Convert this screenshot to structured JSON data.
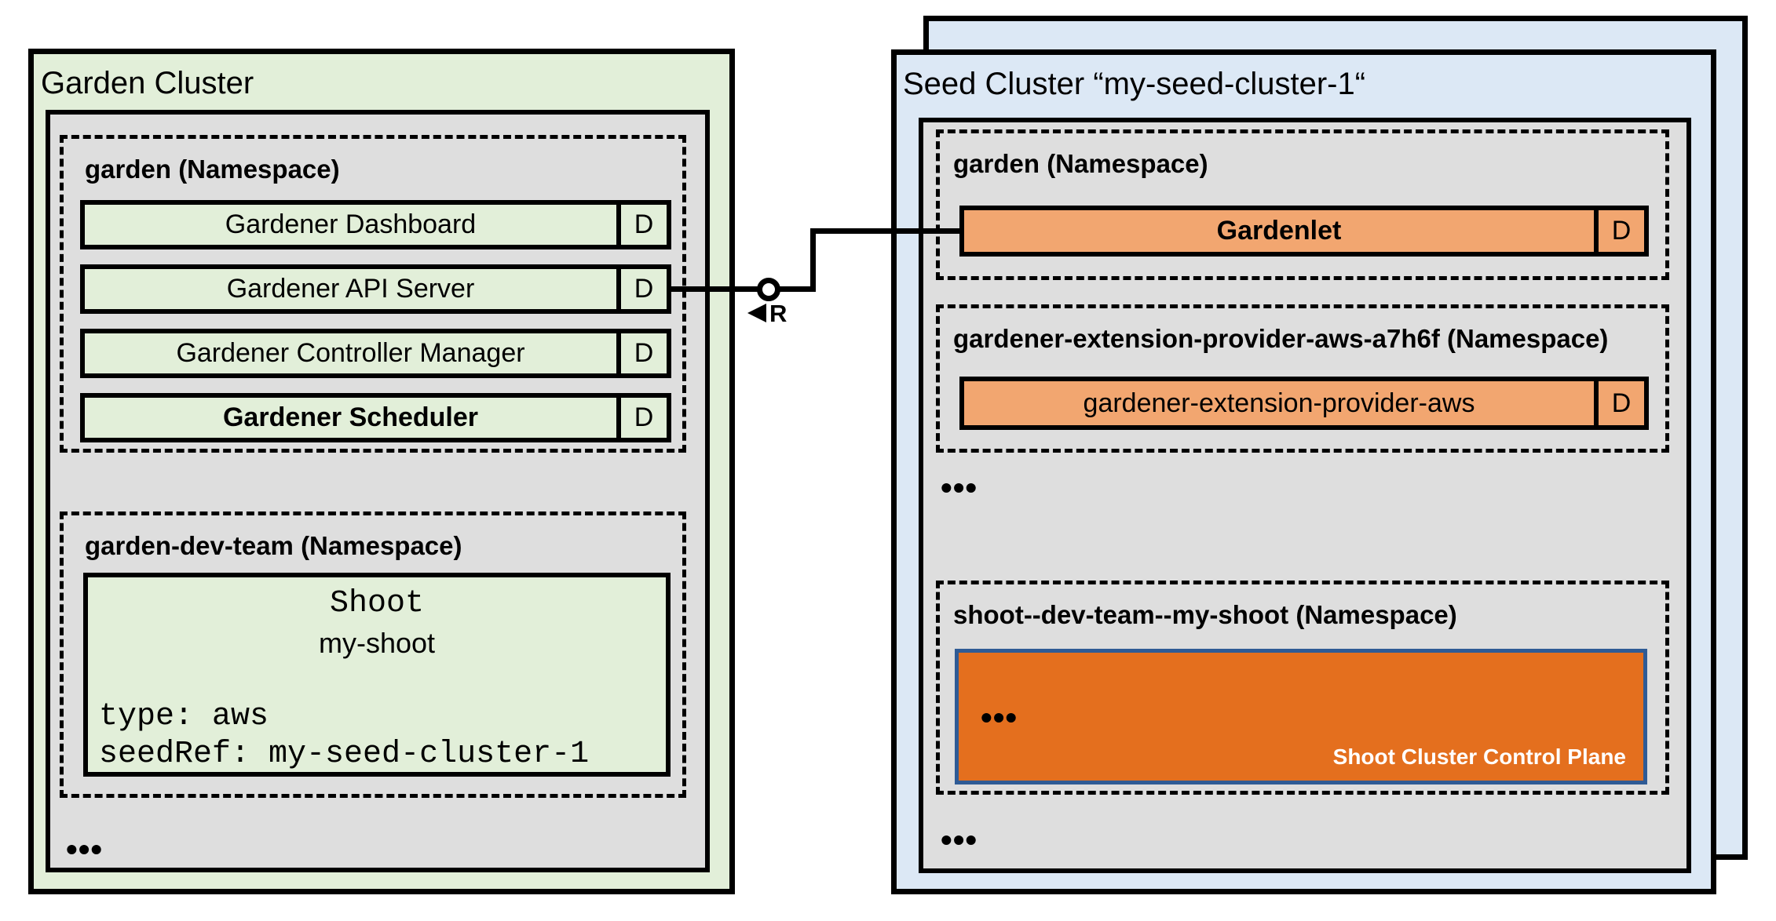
{
  "colors": {
    "cluster_green": "#e2efd9",
    "cluster_blue": "#dce8f5",
    "namespace_gray": "#dedede",
    "component_orange": "#f2a670",
    "control_plane_orange": "#e46f1e",
    "control_plane_border_blue": "#2f5b95",
    "line_black": "#000000"
  },
  "garden_cluster": {
    "title": "Garden Cluster",
    "garden_namespace": {
      "label": "garden (Namespace)",
      "components": [
        {
          "label": "Gardener Dashboard",
          "badge": "D"
        },
        {
          "label": "Gardener API Server",
          "badge": "D"
        },
        {
          "label": "Gardener Controller Manager",
          "badge": "D"
        },
        {
          "label": "Gardener Scheduler",
          "badge": "D"
        }
      ]
    },
    "dev_team_namespace": {
      "label": "garden-dev-team (Namespace)",
      "shoot_resource": {
        "kind": "Shoot",
        "name": "my-shoot",
        "spec_lines": [
          "type: aws",
          "seedRef: my-seed-cluster-1"
        ]
      }
    },
    "ellipsis": "•••"
  },
  "connector": {
    "relationship_label": "R"
  },
  "seed_cluster": {
    "title": "Seed Cluster “my-seed-cluster-1“",
    "garden_namespace": {
      "label": "garden (Namespace)",
      "component": {
        "label": "Gardenlet",
        "badge": "D"
      }
    },
    "extension_namespace": {
      "label": "gardener-extension-provider-aws-a7h6f (Namespace)",
      "component": {
        "label": "gardener-extension-provider-aws",
        "badge": "D"
      }
    },
    "ellipsis_top": "•••",
    "shoot_namespace": {
      "label": "shoot--dev-team--my-shoot (Namespace)",
      "control_plane": {
        "ellipsis": "•••",
        "label": "Shoot Cluster Control Plane"
      }
    },
    "ellipsis_bottom": "•••"
  }
}
